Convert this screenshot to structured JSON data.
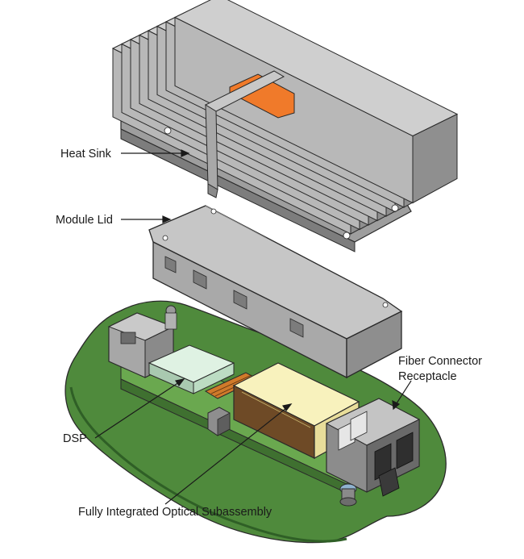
{
  "labels": {
    "heat_sink": "Heat Sink",
    "module_lid": "Module Lid",
    "fiber_connector_line1": "Fiber Connector",
    "fiber_connector_line2": "Receptacle",
    "dsp": "DSP",
    "optical_subassembly": "Fully Integrated Optical Subassembly"
  },
  "colors": {
    "heat_sink_face": "#b8b8b8",
    "heat_sink_light": "#cfcfcf",
    "heat_sink_dark": "#8f8f8f",
    "thermal_pad": "#f07a2a",
    "lid_face": "#bdbdbd",
    "pcb_green": "#4f8a3c",
    "pcb_dark": "#2f5f26",
    "dsp_chip": "#c8e6cf",
    "osa_body": "#f7f0b4",
    "osa_side": "#6e4a26",
    "flex_cable": "#d07a2a",
    "cage_gray": "#9a9a9a",
    "latch_dark": "#3a3a3a",
    "outline": "#2a2a2a"
  }
}
